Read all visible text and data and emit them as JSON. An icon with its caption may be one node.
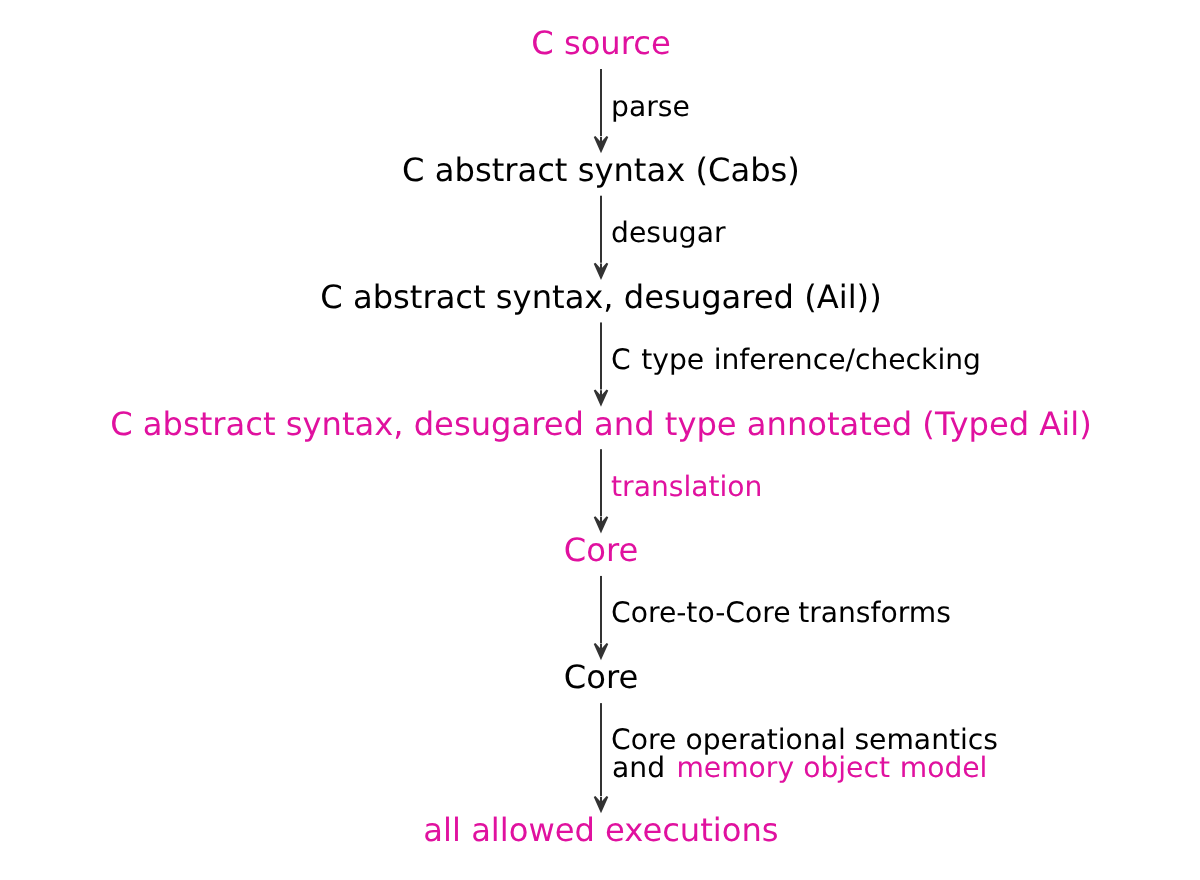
{
  "diagram": {
    "nodes": [
      {
        "text": [
          "C source"
        ]
      },
      {
        "text": [
          "C abstract syntax (Cabs)"
        ]
      },
      {
        "text": [
          "C abstract syntax, desugared (Ail))"
        ]
      },
      {
        "text": [
          "C abstract syntax, desugared and type annotated (Typed Ail)"
        ]
      },
      {
        "text": [
          "Core"
        ]
      },
      {
        "text": [
          "Core"
        ]
      },
      {
        "text": [
          "all allowed executions"
        ]
      }
    ],
    "edges": [
      {
        "from": 0,
        "to": 1,
        "arrow": "to",
        "label": "parse"
      },
      {
        "from": 1,
        "to": 2,
        "arrow": "to",
        "label": "desugar"
      },
      {
        "from": 2,
        "to": 3,
        "arrow": "to",
        "label": "C type inference/checking"
      },
      {
        "from": 3,
        "to": 4,
        "arrow": "to",
        "label": "translation"
      },
      {
        "from": 4,
        "to": 5,
        "arrow": "to",
        "label": "Core-to-Core transforms"
      },
      {
        "from": 5,
        "to": 6,
        "arrow": "to",
        "label": "Core operational semantics and memory object model"
      }
    ]
  }
}
